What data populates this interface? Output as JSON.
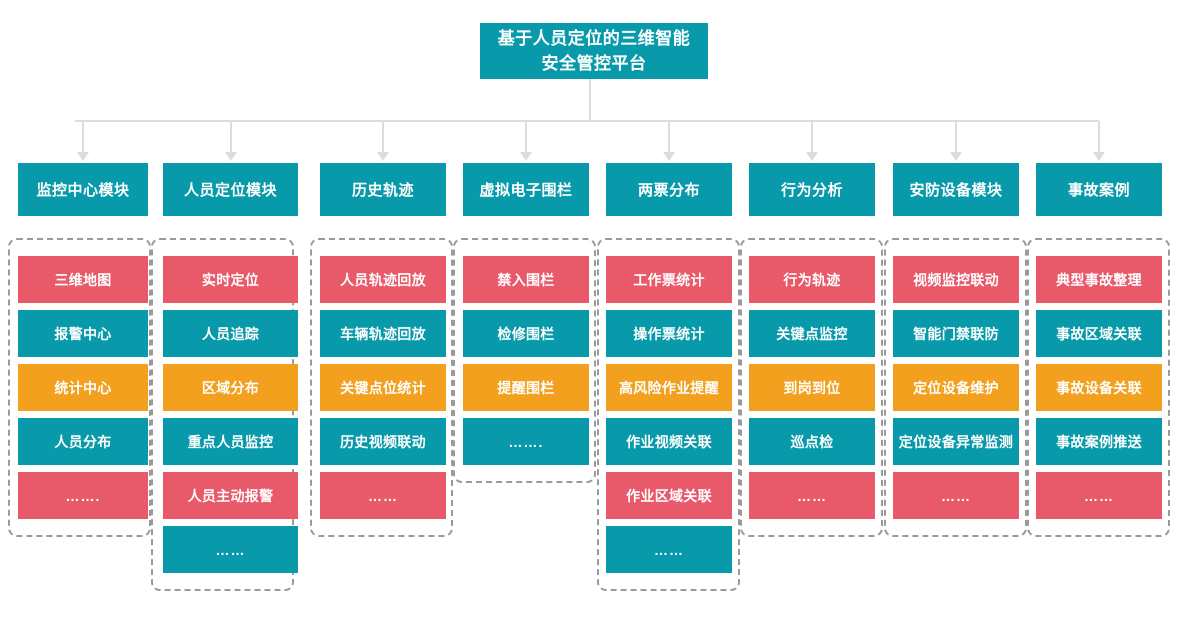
{
  "diagram": {
    "title": "基于人员定位的三维智能安全管控平台",
    "colors": {
      "teal": "#089AAA",
      "red": "#E8596A",
      "orange": "#F2A01E",
      "connector": "#DCDCDC",
      "dashed_border": "#9A9A9A",
      "background": "#FFFFFF"
    },
    "columns": [
      {
        "header": "监控中心模块",
        "items": [
          {
            "label": "三维地图",
            "color": "red"
          },
          {
            "label": "报警中心",
            "color": "teal"
          },
          {
            "label": "统计中心",
            "color": "orange"
          },
          {
            "label": "人员分布",
            "color": "teal"
          },
          {
            "label": "…….",
            "color": "red"
          }
        ]
      },
      {
        "header": "人员定位模块",
        "items": [
          {
            "label": "实时定位",
            "color": "red"
          },
          {
            "label": "人员追踪",
            "color": "teal"
          },
          {
            "label": "区域分布",
            "color": "orange"
          },
          {
            "label": "重点人员监控",
            "color": "teal"
          },
          {
            "label": "人员主动报警",
            "color": "red"
          },
          {
            "label": "……",
            "color": "teal"
          }
        ]
      },
      {
        "header": "历史轨迹",
        "items": [
          {
            "label": "人员轨迹回放",
            "color": "red"
          },
          {
            "label": "车辆轨迹回放",
            "color": "teal"
          },
          {
            "label": "关键点位统计",
            "color": "orange"
          },
          {
            "label": "历史视频联动",
            "color": "teal"
          },
          {
            "label": "……",
            "color": "red"
          }
        ]
      },
      {
        "header": "虚拟电子围栏",
        "items": [
          {
            "label": "禁入围栏",
            "color": "red"
          },
          {
            "label": "检修围栏",
            "color": "teal"
          },
          {
            "label": "提醒围栏",
            "color": "orange"
          },
          {
            "label": "…….",
            "color": "teal"
          }
        ]
      },
      {
        "header": "两票分布",
        "items": [
          {
            "label": "工作票统计",
            "color": "red"
          },
          {
            "label": "操作票统计",
            "color": "teal"
          },
          {
            "label": "高风险作业提醒",
            "color": "orange"
          },
          {
            "label": "作业视频关联",
            "color": "teal"
          },
          {
            "label": "作业区域关联",
            "color": "red"
          },
          {
            "label": "……",
            "color": "teal"
          }
        ]
      },
      {
        "header": "行为分析",
        "items": [
          {
            "label": "行为轨迹",
            "color": "red"
          },
          {
            "label": "关键点监控",
            "color": "teal"
          },
          {
            "label": "到岗到位",
            "color": "orange"
          },
          {
            "label": "巡点检",
            "color": "teal"
          },
          {
            "label": "……",
            "color": "red"
          }
        ]
      },
      {
        "header": "安防设备模块",
        "items": [
          {
            "label": "视频监控联动",
            "color": "red"
          },
          {
            "label": "智能门禁联防",
            "color": "teal"
          },
          {
            "label": "定位设备维护",
            "color": "orange"
          },
          {
            "label": "定位设备异常监测",
            "color": "teal"
          },
          {
            "label": "……",
            "color": "red"
          }
        ]
      },
      {
        "header": "事故案例",
        "items": [
          {
            "label": "典型事故整理",
            "color": "red"
          },
          {
            "label": "事故区域关联",
            "color": "teal"
          },
          {
            "label": "事故设备关联",
            "color": "orange"
          },
          {
            "label": "事故案例推送",
            "color": "teal"
          },
          {
            "label": "……",
            "color": "red"
          }
        ]
      }
    ]
  }
}
